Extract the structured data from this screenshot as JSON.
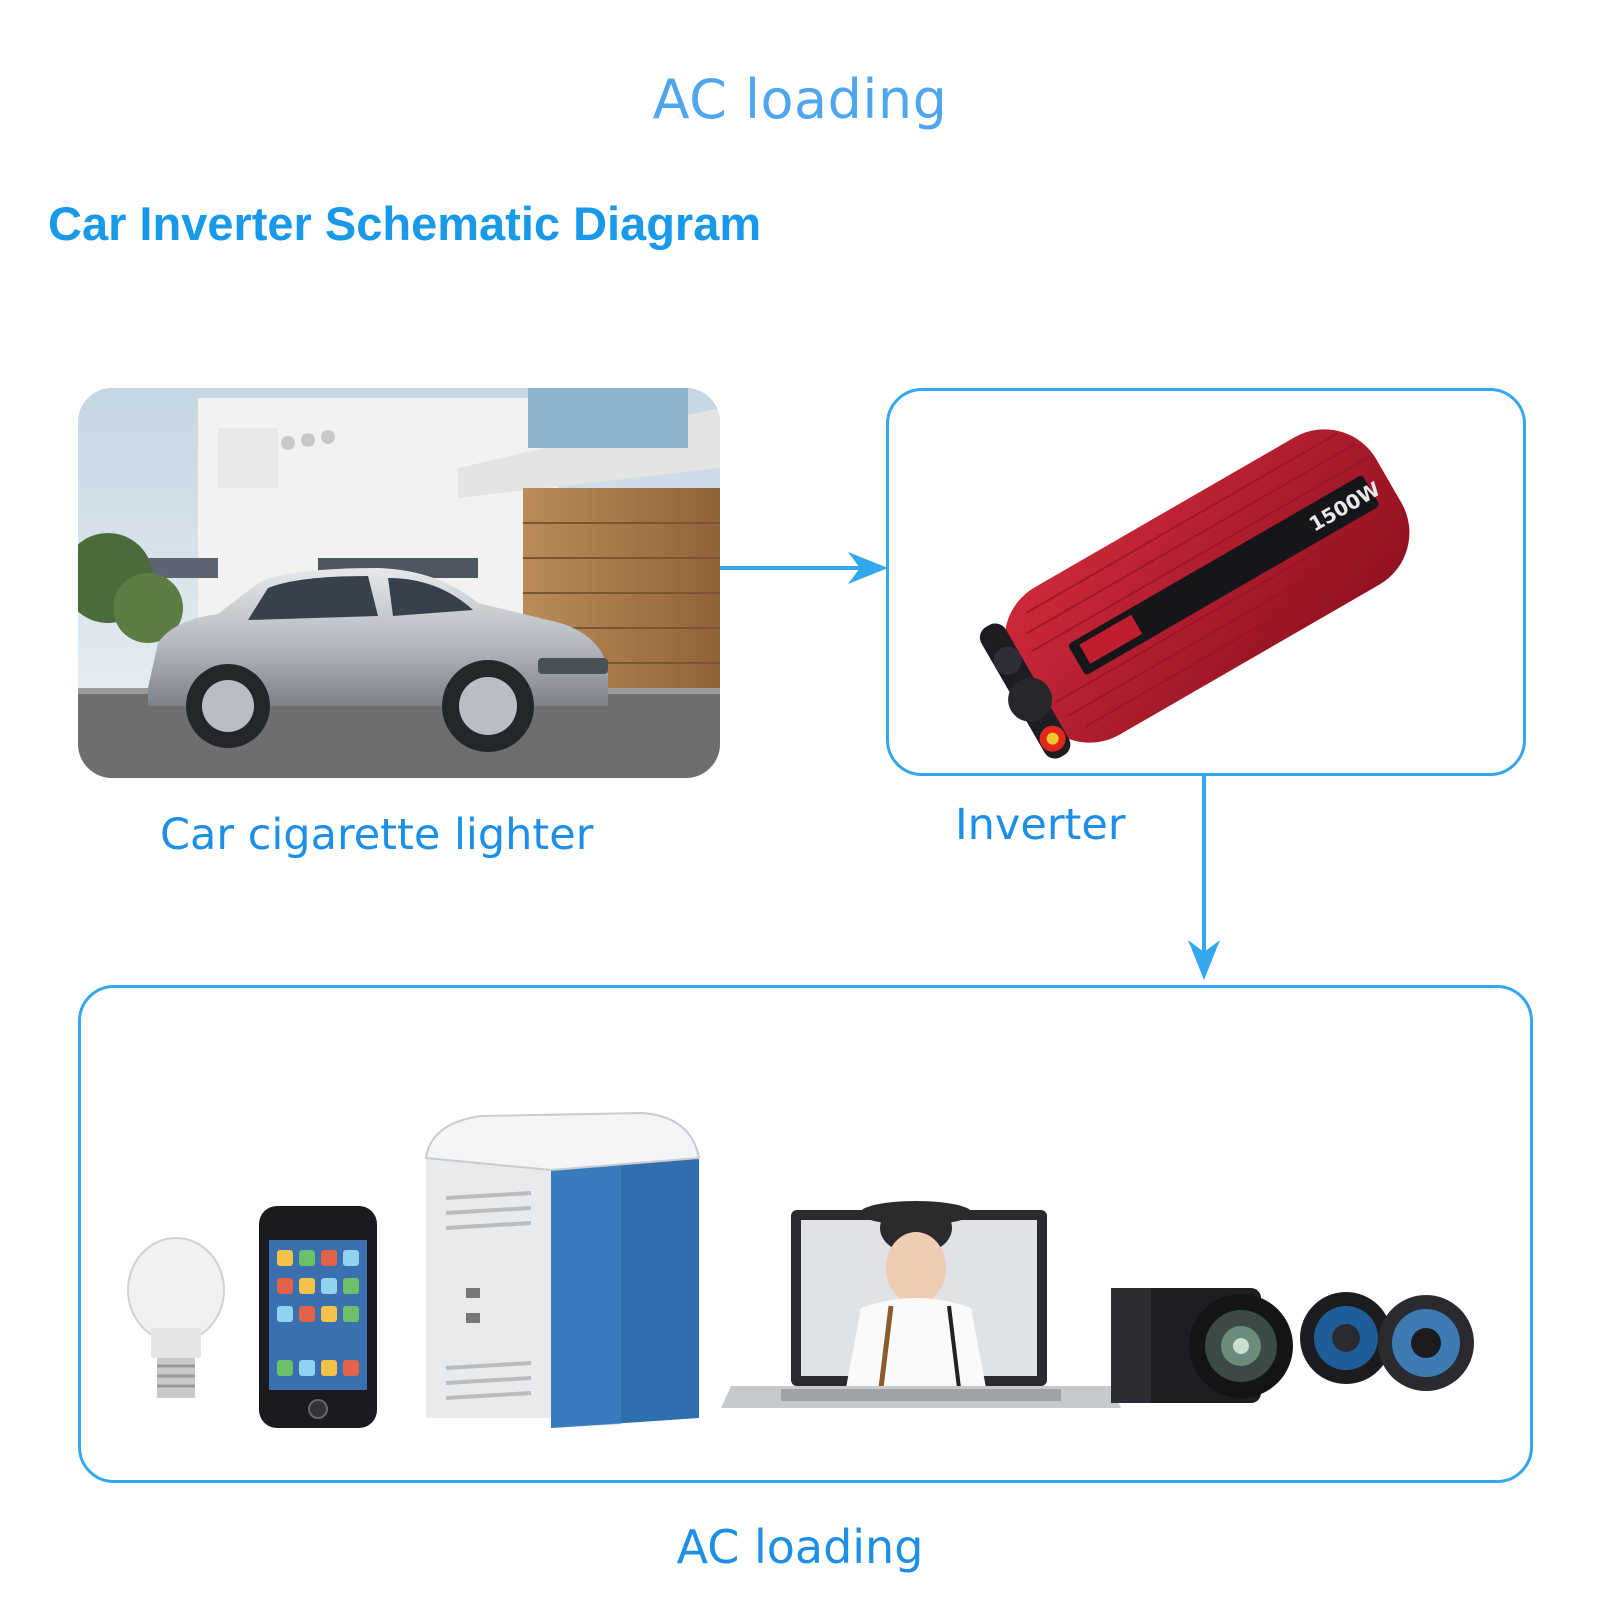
{
  "heading_top": "AC loading",
  "title": "Car Inverter Schematic Diagram",
  "nodes": {
    "car": {
      "label": "Car cigarette lighter",
      "icon": "car-photo"
    },
    "inverter": {
      "label": "Inverter",
      "icon": "inverter-photo",
      "badge": "1500W"
    },
    "loads": {
      "label": "AC loading",
      "icon": "appliances-photo"
    }
  },
  "appliances": [
    "light-bulb-icon",
    "smartphone-icon",
    "car-fridge-icon",
    "laptop-icon",
    "camera-icon",
    "speaker-icon"
  ],
  "colors": {
    "accent": "#1d8fe6",
    "border": "#35a7ee",
    "inverter_body": "#b3182c"
  }
}
